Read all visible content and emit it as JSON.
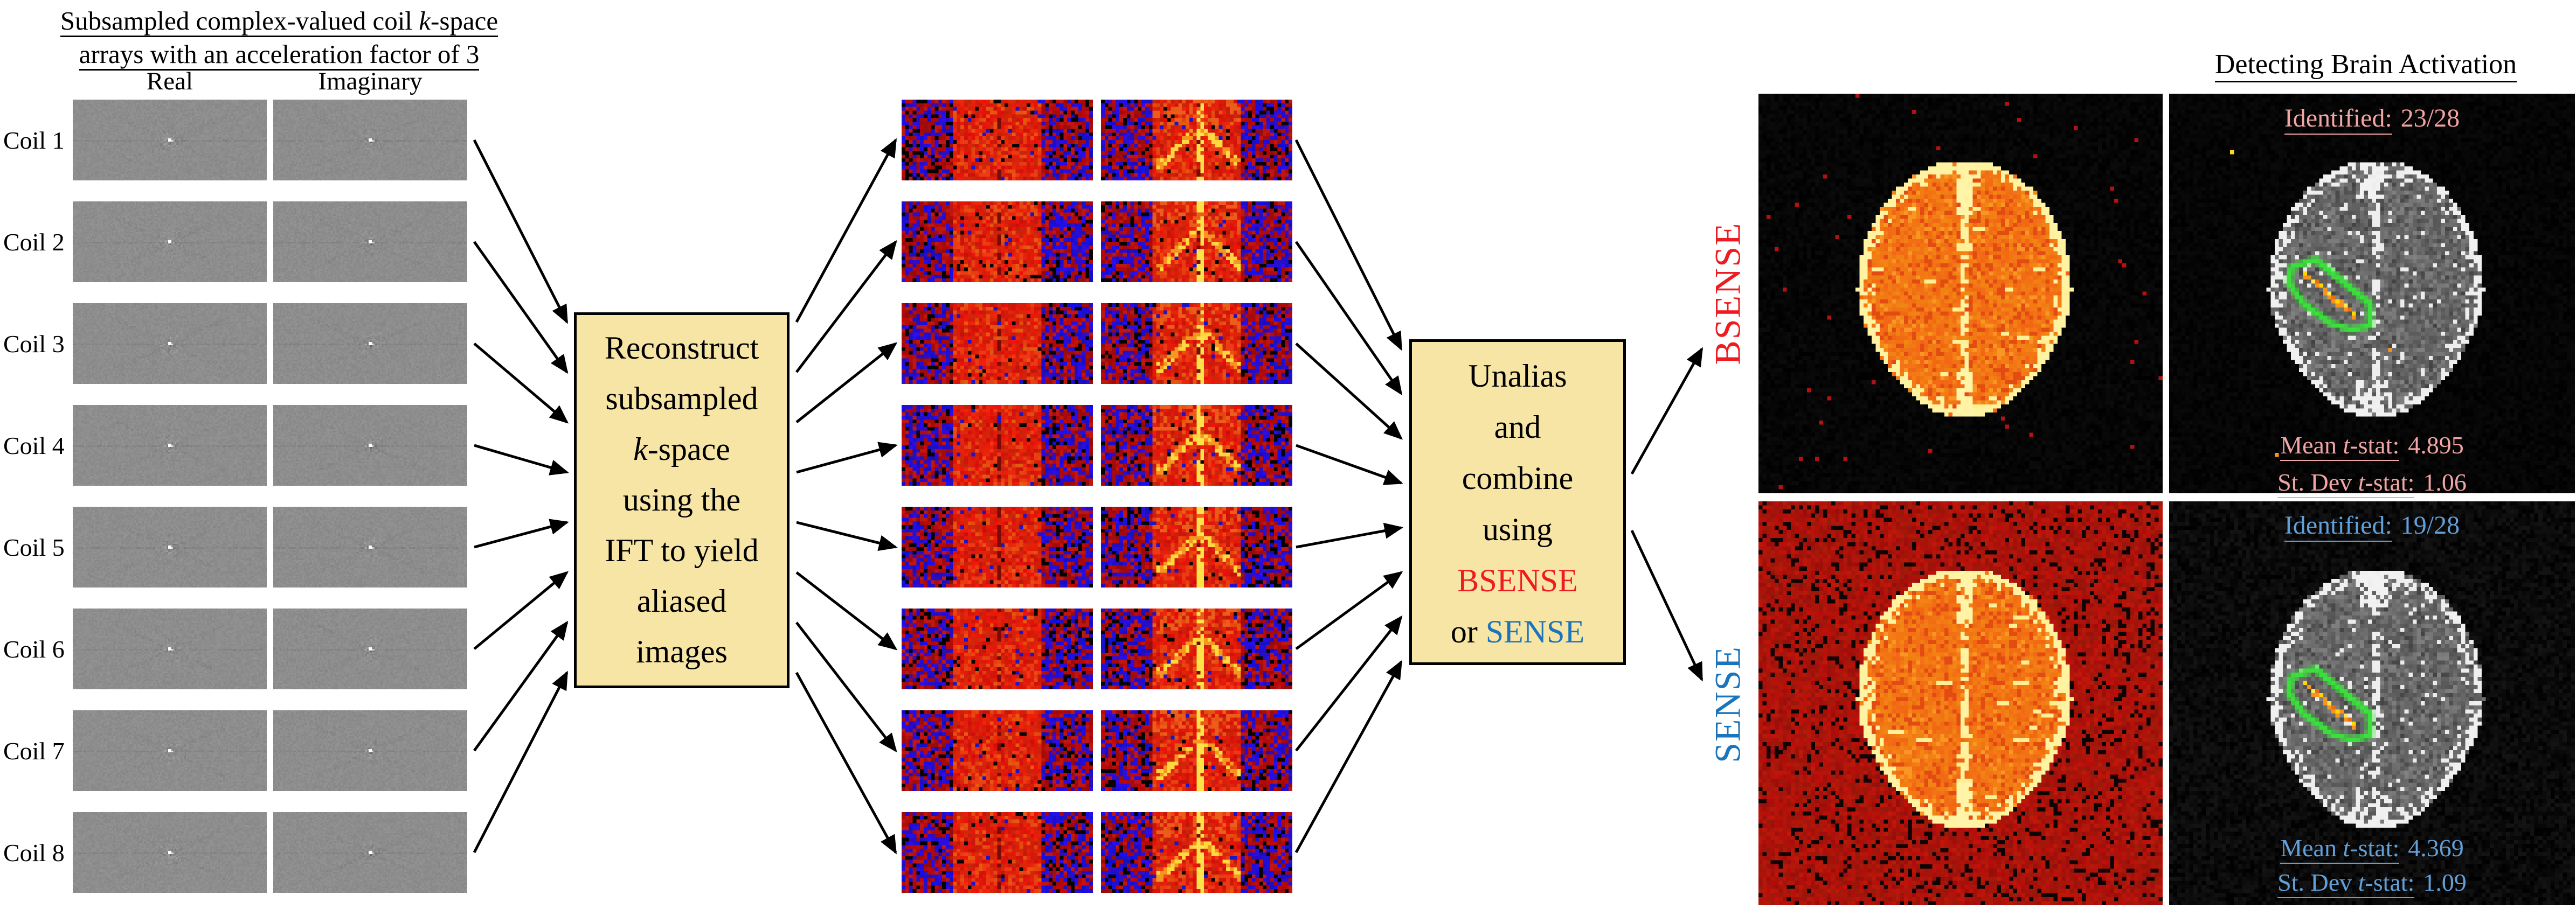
{
  "left": {
    "title_line1_pre": "Subsampled complex-valued coil ",
    "title_line1_k": "k",
    "title_line1_post": "-space",
    "title_line2": "arrays with an acceleration factor of 3",
    "col_real": "Real",
    "col_imaginary": "Imaginary",
    "coils": [
      {
        "label": "Coil 1"
      },
      {
        "label": "Coil 2"
      },
      {
        "label": "Coil 3"
      },
      {
        "label": "Coil 4"
      },
      {
        "label": "Coil 5"
      },
      {
        "label": "Coil 6"
      },
      {
        "label": "Coil 7"
      },
      {
        "label": "Coil 8"
      }
    ]
  },
  "box1": {
    "line1": "Reconstruct",
    "line2": "subsampled",
    "line3_k": "k",
    "line3_post": "-space",
    "line4": "using the",
    "line5": "IFT to yield",
    "line6": "aliased",
    "line7": "images"
  },
  "box2": {
    "line1": "Unalias",
    "line2": "and",
    "line3": "combine",
    "line4": "using",
    "bsense": "BSENSE",
    "or": "or ",
    "sense": "SENSE"
  },
  "right": {
    "title": "Detecting Brain Activation",
    "bsense": {
      "label": "BSENSE",
      "identified_label": "Identified:",
      "identified_value": "23/28",
      "mean_pre": "Mean ",
      "t_char": "t",
      "stat_suffix": "-stat:",
      "mean_value": "4.895",
      "stdev_pre": "St. Dev ",
      "stdev_value": "1.06"
    },
    "sense": {
      "label": "SENSE",
      "identified_label": "Identified:",
      "identified_value": "19/28",
      "mean_pre": "Mean ",
      "t_char": "t",
      "stat_suffix": "-stat:",
      "mean_value": "4.369",
      "stdev_pre": "St. Dev ",
      "stdev_value": "1.09"
    }
  },
  "colors": {
    "red": "#EE1B22",
    "blue": "#1B75BC",
    "pink": "#F2A5A5",
    "light_blue": "#62A0DA",
    "box_fill": "#F7E5A6",
    "green": "#3CE03C",
    "arrow_black": "#000000"
  }
}
